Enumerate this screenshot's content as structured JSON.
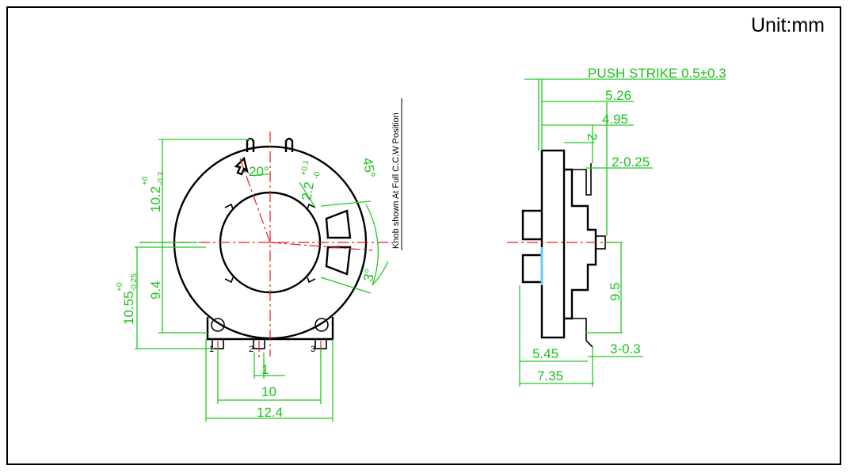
{
  "unit_label": "Unit:mm",
  "front_view": {
    "height_top": "10.2",
    "height_top_tol_plus": "+0",
    "height_top_tol_minus": "-0.3",
    "height_mid": "9.4",
    "height_total": "10.55",
    "height_total_tol_plus": "+0",
    "height_total_tol_minus": "-0.25",
    "angle_20": "20°",
    "angle_45": "45°",
    "angle_3": "3°",
    "slot_depth": "2.2",
    "slot_depth_tol_plus": "+0.1",
    "slot_depth_tol_minus": "-0",
    "knob_note": "Knob shown At Full C.C.W Position",
    "pin_pitch": "1",
    "pin_span": "10",
    "body_width": "12.4",
    "pin_1": "1",
    "pin_2": "2",
    "pin_3": "3"
  },
  "side_view": {
    "push_strike": "PUSH STRIKE 0.5±0.3",
    "dim_526": "5.26",
    "dim_495": "4.95",
    "dim_2": "2",
    "dim_2_025": "2-0.25",
    "dim_95": "9.5",
    "dim_3_03": "3-0.3",
    "dim_545": "5.45",
    "dim_735": "7.35"
  }
}
